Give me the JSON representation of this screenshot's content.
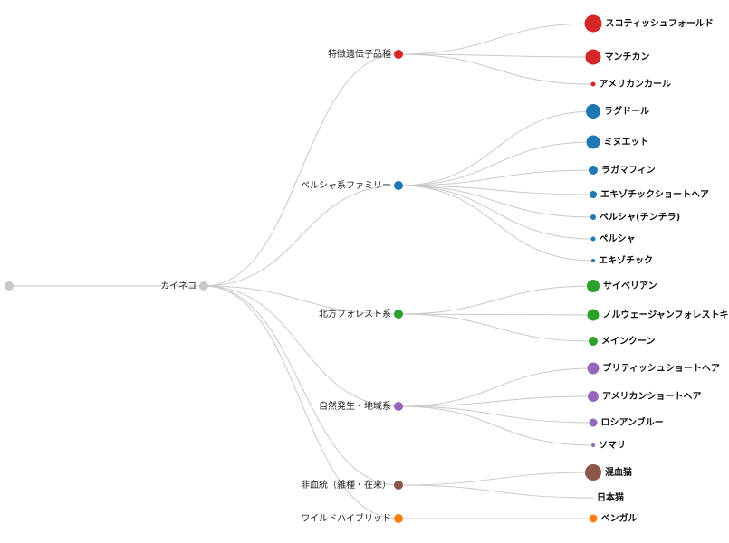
{
  "tree": {
    "root": {
      "label": "",
      "color": "#c8c8c8"
    },
    "level1": {
      "label": "カイネコ",
      "color": "#c8c8c8"
    },
    "groups": [
      {
        "label": "特徴遺伝子品種",
        "color": "#d62728",
        "leaves": [
          {
            "label": "スコティッシュフォールド",
            "size": 9.5
          },
          {
            "label": "マンチカン",
            "size": 8.5
          },
          {
            "label": "アメリカンカール",
            "size": 2.5
          }
        ]
      },
      {
        "label": "ペルシャ系ファミリー",
        "color": "#1f77b4",
        "leaves": [
          {
            "label": "ラグドール",
            "size": 8
          },
          {
            "label": "ミヌエット",
            "size": 7.5
          },
          {
            "label": "ラガマフィン",
            "size": 5
          },
          {
            "label": "エキゾチックショートヘア",
            "size": 4
          },
          {
            "label": "ペルシャ(チンチラ)",
            "size": 3
          },
          {
            "label": "ペルシャ",
            "size": 2.5
          },
          {
            "label": "エキゾチック",
            "size": 2
          }
        ]
      },
      {
        "label": "北方フォレスト系",
        "color": "#2ca02c",
        "leaves": [
          {
            "label": "サイベリアン",
            "size": 7
          },
          {
            "label": "ノルウェージャンフォレストキャット",
            "size": 6.5
          },
          {
            "label": "メインクーン",
            "size": 5
          }
        ]
      },
      {
        "label": "自然発生・地域系",
        "color": "#9467bd",
        "leaves": [
          {
            "label": "ブリティッシュショートヘア",
            "size": 6.5
          },
          {
            "label": "アメリカンショートヘア",
            "size": 6
          },
          {
            "label": "ロシアンブルー",
            "size": 4.5
          },
          {
            "label": "ソマリ",
            "size": 2
          }
        ]
      },
      {
        "label": "非血統（雑種・在来）",
        "color": "#8c564b",
        "leaves": [
          {
            "label": "混血猫",
            "size": 9
          },
          {
            "label": "日本猫",
            "size": 0
          }
        ]
      },
      {
        "label": "ワイルドハイブリッド",
        "color": "#ff7f0e",
        "leaves": [
          {
            "label": "ベンガル",
            "size": 4.5
          }
        ]
      }
    ]
  }
}
